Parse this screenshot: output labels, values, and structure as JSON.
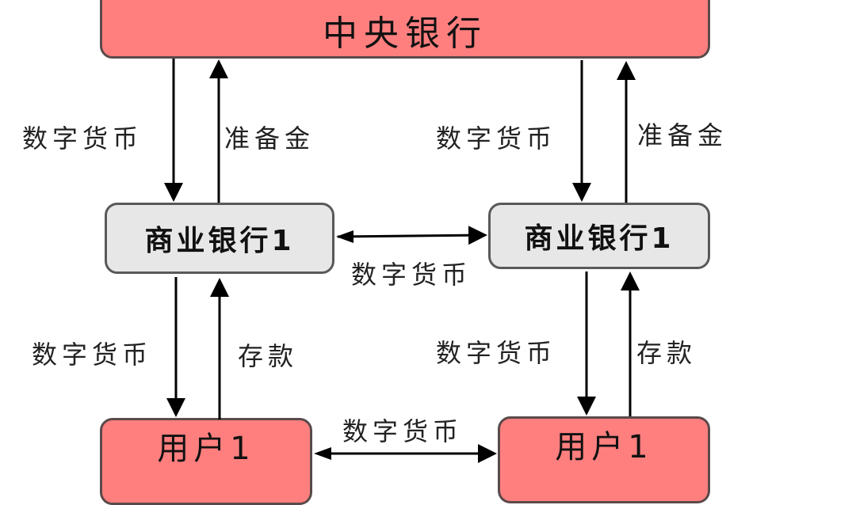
{
  "nodes": {
    "central_bank": "中央银行",
    "bank_left": "商业银行1",
    "bank_right": "商业银行1",
    "user_left": "用户1",
    "user_right": "用户1"
  },
  "labels": {
    "cb_to_bank_left": "数字货币",
    "bank_left_to_cb": "准备金",
    "cb_to_bank_right": "数字货币",
    "bank_right_to_cb": "准备金",
    "interbank": "数字货币",
    "bank_left_to_user_left": "数字货币",
    "user_left_to_bank_left": "存款",
    "bank_right_to_user_right": "数字货币",
    "user_right_to_bank_right": "存款",
    "interuser": "数字货币"
  },
  "colors": {
    "central_bank_fill": "#ff7f7f",
    "bank_fill": "#e7e7e7",
    "user_fill": "#ff7f7f",
    "arrow": "#000000"
  }
}
